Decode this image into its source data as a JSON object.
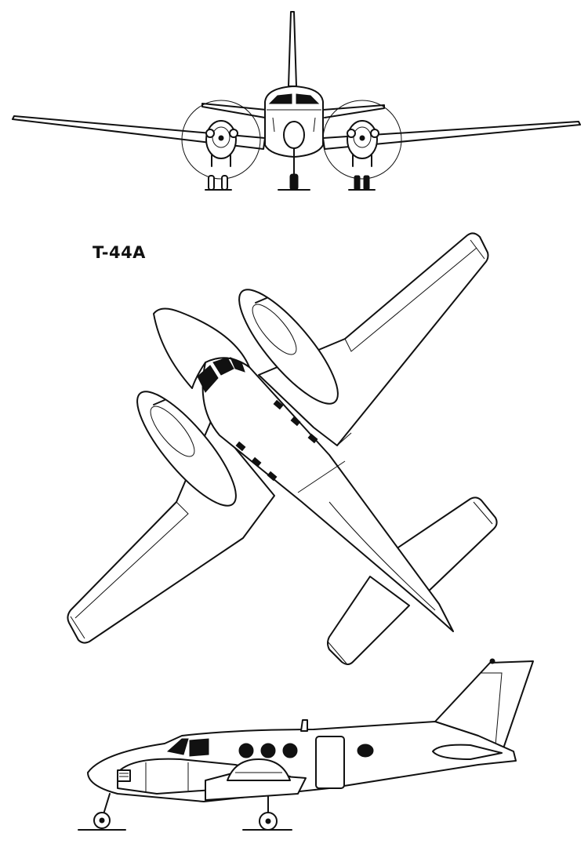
{
  "designation": "T-44A",
  "views": [
    "front-view",
    "top-view",
    "side-view"
  ]
}
